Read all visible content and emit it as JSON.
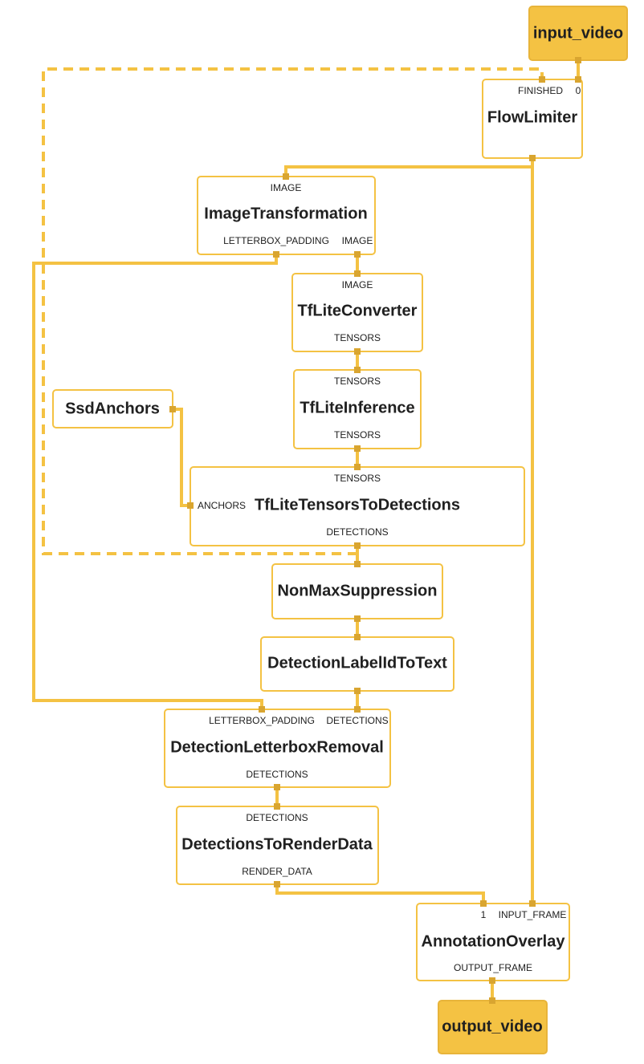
{
  "diagram": {
    "nodes": {
      "input_video": {
        "title": "input_video"
      },
      "flow_limiter": {
        "title": "FlowLimiter",
        "in_finished": "FINISHED",
        "in_0": "0"
      },
      "image_transformation": {
        "title": "ImageTransformation",
        "in_image": "IMAGE",
        "out_letterbox": "LETTERBOX_PADDING",
        "out_image": "IMAGE"
      },
      "tflite_converter": {
        "title": "TfLiteConverter",
        "in_image": "IMAGE",
        "out_tensors": "TENSORS"
      },
      "tflite_inference": {
        "title": "TfLiteInference",
        "in_tensors": "TENSORS",
        "out_tensors": "TENSORS"
      },
      "ssd_anchors": {
        "title": "SsdAnchors"
      },
      "tensors_to_detections": {
        "title": "TfLiteTensorsToDetections",
        "in_tensors": "TENSORS",
        "in_anchors": "ANCHORS",
        "out_detections": "DETECTIONS"
      },
      "non_max_suppression": {
        "title": "NonMaxSuppression"
      },
      "label_id_to_text": {
        "title": "DetectionLabelIdToText"
      },
      "letterbox_removal": {
        "title": "DetectionLetterboxRemoval",
        "in_letterbox": "LETTERBOX_PADDING",
        "in_detections": "DETECTIONS",
        "out_detections": "DETECTIONS"
      },
      "to_render_data": {
        "title": "DetectionsToRenderData",
        "in_detections": "DETECTIONS",
        "out_render": "RENDER_DATA"
      },
      "annotation_overlay": {
        "title": "AnnotationOverlay",
        "in_1": "1",
        "in_frame": "INPUT_FRAME",
        "out_frame": "OUTPUT_FRAME"
      },
      "output_video": {
        "title": "output_video"
      }
    },
    "colors": {
      "edge": "#F4C243",
      "port": "#D9A530",
      "io_fill": "#F4C243",
      "text": "#202020"
    }
  }
}
